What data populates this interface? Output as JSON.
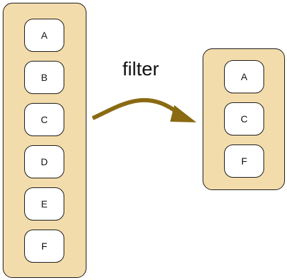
{
  "diagram": {
    "operation_label": "filter",
    "arrow_color": "#8a6a12",
    "container_color": "#f3dcab",
    "source_items": [
      "A",
      "B",
      "C",
      "D",
      "E",
      "F"
    ],
    "result_items": [
      "A",
      "C",
      "F"
    ]
  }
}
